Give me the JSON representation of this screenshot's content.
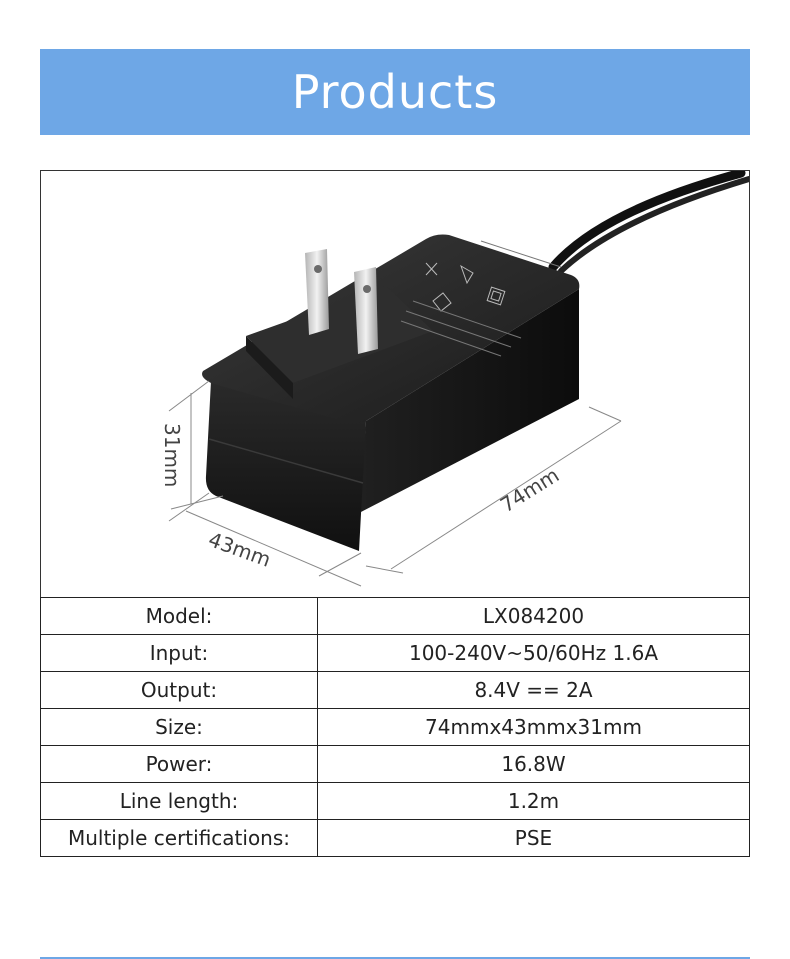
{
  "banner": {
    "title": "Products"
  },
  "product": {
    "dimensions": {
      "height": "31mm",
      "width": "43mm",
      "length": "74mm"
    }
  },
  "specs": [
    {
      "label": "Model:",
      "value": "LX084200"
    },
    {
      "label": "Input:",
      "value": "100-240V~50/60Hz 1.6A"
    },
    {
      "label": "Output:",
      "value": "8.4V == 2A"
    },
    {
      "label": "Size:",
      "value": "74mmx43mmx31mm"
    },
    {
      "label": "Power:",
      "value": "16.8W"
    },
    {
      "label": "Line length:",
      "value": "1.2m"
    },
    {
      "label": "Multiple certifications:",
      "value": "PSE"
    }
  ],
  "colors": {
    "banner": "#6ea7e6",
    "adapter": "#1c1c1c"
  }
}
